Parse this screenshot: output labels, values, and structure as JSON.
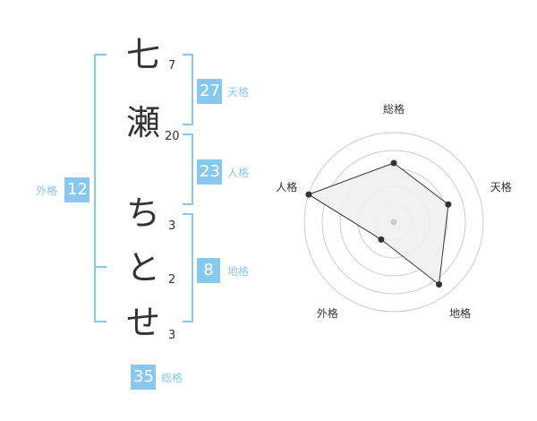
{
  "name": {
    "chars": [
      {
        "char": "七",
        "strokes": "7"
      },
      {
        "char": "瀬",
        "strokes": "20"
      },
      {
        "char": "ち",
        "strokes": "3"
      },
      {
        "char": "と",
        "strokes": "2"
      },
      {
        "char": "せ",
        "strokes": "3"
      }
    ]
  },
  "fortunes": {
    "tenkaku": {
      "value": "27",
      "label": "天格"
    },
    "jinkaku": {
      "value": "23",
      "label": "人格"
    },
    "chikaku": {
      "value": "8",
      "label": "地格"
    },
    "gaikaku": {
      "value": "12",
      "label": "外格"
    },
    "soukaku": {
      "value": "35",
      "label": "総格"
    }
  },
  "chart_data": {
    "type": "radar",
    "axes": [
      "総格",
      "天格",
      "地格",
      "外格",
      "人格"
    ],
    "values": [
      3.3,
      3.2,
      4.3,
      1.2,
      5
    ],
    "max": 5,
    "rings": 5,
    "colors": {
      "fill": "#efefef",
      "line": "#333333",
      "grid": "#cccccc",
      "accent": "#88c8ee"
    }
  }
}
